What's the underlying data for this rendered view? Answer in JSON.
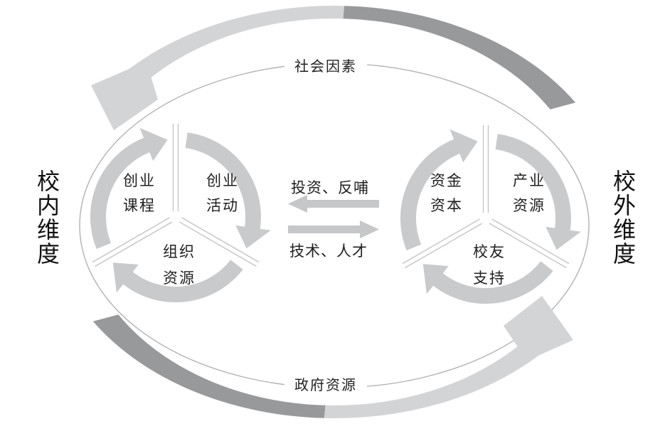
{
  "diagram": {
    "outer_top_label": "社会因素",
    "outer_bottom_label": "政府资源",
    "left_dimension_label": "校内维度",
    "right_dimension_label": "校外维度",
    "left_circle": {
      "top_left": {
        "line1": "创业",
        "line2": "课程"
      },
      "top_right": {
        "line1": "创业",
        "line2": "活动"
      },
      "bottom": {
        "line1": "组织",
        "line2": "资源"
      }
    },
    "right_circle": {
      "top_left": {
        "line1": "资金",
        "line2": "资本"
      },
      "top_right": {
        "line1": "产业",
        "line2": "资源"
      },
      "bottom": {
        "line1": "校友",
        "line2": "支持"
      }
    },
    "exchange": {
      "to_left_label": "投资、反哺",
      "to_right_label": "技术、人才"
    },
    "colors": {
      "light_arrow_gray": "#d3d4d6",
      "ring_gray": "#c9cacc",
      "exchange_arrow_gray": "#c6c7c9",
      "dark_arrow_gray": "#98999b",
      "thin_line_gray": "#b2b2b4",
      "text_color": "#1f1f1f"
    }
  }
}
